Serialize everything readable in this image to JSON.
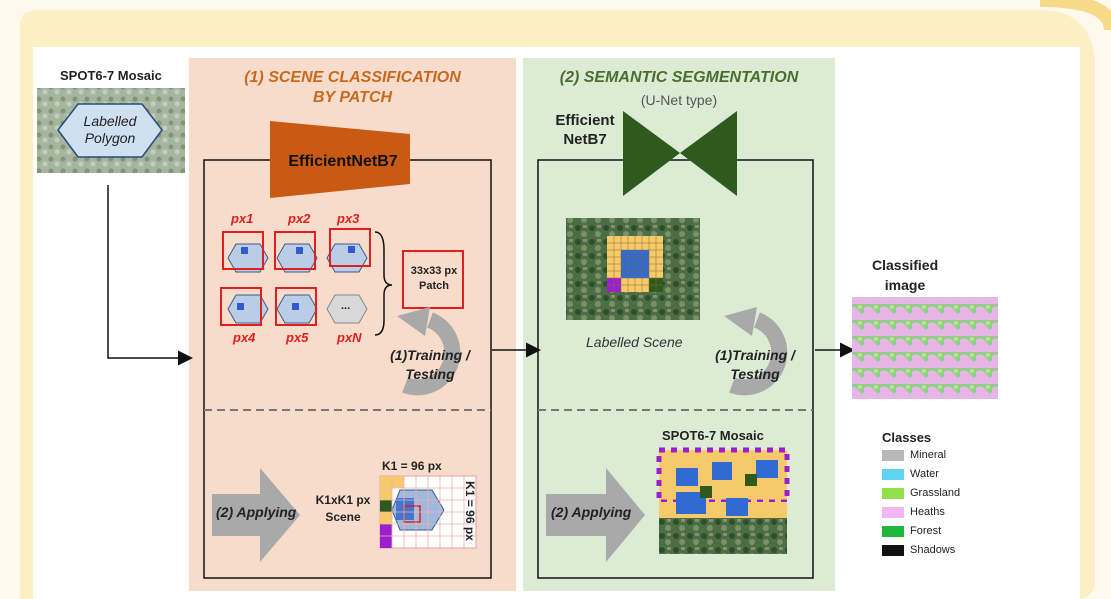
{
  "mosaic_top": {
    "title": "SPOT6-7 Mosaic",
    "polygon_label": "Labelled Polygon"
  },
  "stage1": {
    "title": "(1) SCENE CLASSIFICATION\nBY PATCH",
    "model": "EfficientNetB7",
    "pixels": [
      "px1",
      "px2",
      "px3",
      "px4",
      "px5",
      "pxN"
    ],
    "ellipsis": "...",
    "patch_label": "33x33 px Patch",
    "training": "(1)Training / Testing",
    "applying": "(2) Applying",
    "scene_label": "K1xK1 px Scene",
    "k1_top": "K1 = 96 px",
    "k1_side": "K1 = 96 px"
  },
  "stage2": {
    "title": "(2) SEMANTIC SEGMENTATION",
    "subtitle": "(U-Net type)",
    "model": "Efficient NetB7",
    "labelled_scene": "Labelled Scene",
    "training": "(1)Training / Testing",
    "applying": "(2) Applying",
    "mosaic_label": "SPOT6-7 Mosaic"
  },
  "output": {
    "title": "Classified image"
  },
  "legend": {
    "title": "Classes",
    "items": [
      {
        "label": "Mineral",
        "color": "#b8b8b8"
      },
      {
        "label": "Water",
        "color": "#5fd3f3"
      },
      {
        "label": "Grassland",
        "color": "#8fe04a"
      },
      {
        "label": "Heaths",
        "color": "#f2b6f2"
      },
      {
        "label": "Forest",
        "color": "#1fb83a"
      },
      {
        "label": "Shadows",
        "color": "#111111"
      }
    ]
  },
  "colors": {
    "model1": "#c85a14",
    "model2": "#2f5a1e",
    "red": "#e02020",
    "arrow_gray": "#a9a9a9"
  }
}
